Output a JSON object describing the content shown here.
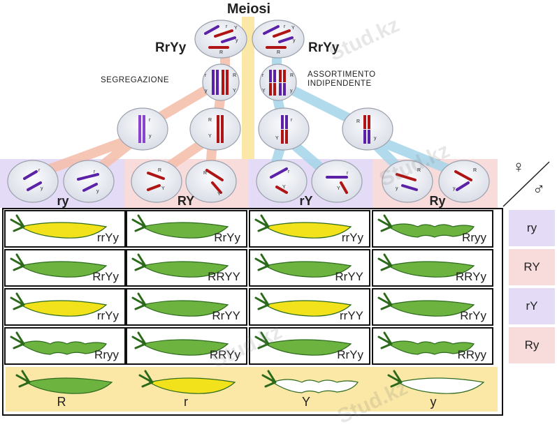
{
  "title": "Meiosi",
  "parent_left": "RrYy",
  "parent_right": "RrYy",
  "label_segregation": "SEGREGAZIONE",
  "label_assortment_line1": "ASSORTIMENTO",
  "label_assortment_line2": "INDIPENDENTE",
  "female_symbol": "♀",
  "male_symbol": "♂",
  "gametes": [
    "ry",
    "RY",
    "rY",
    "Ry"
  ],
  "row_labels": [
    "ry",
    "RY",
    "rY",
    "Ry"
  ],
  "grid": [
    [
      "rrYy",
      "RrYy",
      "rrYy",
      "Rryy"
    ],
    [
      "RrYy",
      "RRYY",
      "RrYY",
      "RRYy"
    ],
    [
      "rrYy",
      "RrYY",
      "rrYY",
      "RrYy"
    ],
    [
      "Rryy",
      "RRYy",
      "RrYy",
      "RRyy"
    ]
  ],
  "legend": [
    "R",
    "r",
    "Y",
    "y"
  ],
  "watermark": "Stud.kz",
  "colors": {
    "purple_bg": "#e4dcf7",
    "pink_bg": "#f8dcdc",
    "yellow_bg": "#fbe8a6",
    "red_chrom": "#b01515",
    "purple_chrom": "#5b22a8",
    "pod_green": "#6db33f",
    "pod_yellow": "#f2e21b"
  }
}
